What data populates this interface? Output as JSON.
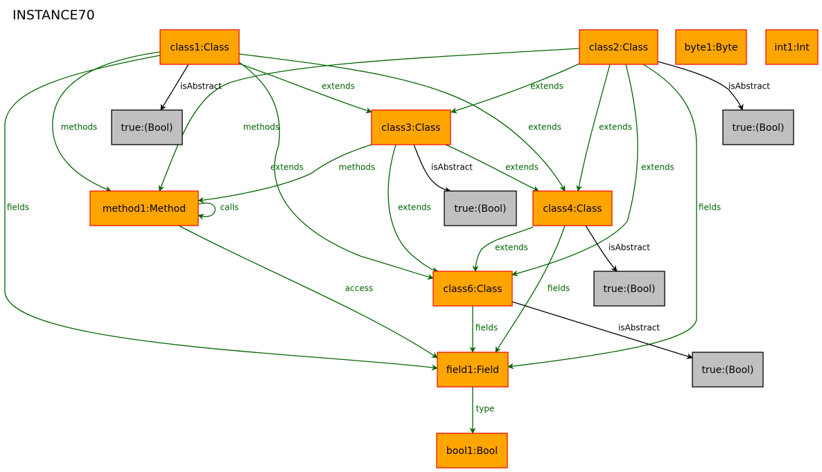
{
  "title": "INSTANCE70",
  "colors": {
    "object_fill": "#FFA500",
    "object_stroke": "#EE1100",
    "bool_fill": "#C0C0C0",
    "bool_stroke": "#000000",
    "green_edge": "#006400",
    "black_edge": "#000000"
  },
  "nodes": [
    {
      "id": "class1",
      "label": "class1:Class",
      "kind": "object"
    },
    {
      "id": "class2",
      "label": "class2:Class",
      "kind": "object"
    },
    {
      "id": "byte1",
      "label": "byte1:Byte",
      "kind": "object"
    },
    {
      "id": "int1",
      "label": "int1:Int",
      "kind": "object"
    },
    {
      "id": "true1",
      "label": "true:(Bool)",
      "kind": "bool"
    },
    {
      "id": "class3",
      "label": "class3:Class",
      "kind": "object"
    },
    {
      "id": "true2",
      "label": "true:(Bool)",
      "kind": "bool"
    },
    {
      "id": "method1",
      "label": "method1:Method",
      "kind": "object"
    },
    {
      "id": "true3",
      "label": "true:(Bool)",
      "kind": "bool"
    },
    {
      "id": "class4",
      "label": "class4:Class",
      "kind": "object"
    },
    {
      "id": "class6",
      "label": "class6:Class",
      "kind": "object"
    },
    {
      "id": "true4",
      "label": "true:(Bool)",
      "kind": "bool"
    },
    {
      "id": "field1",
      "label": "field1:Field",
      "kind": "object"
    },
    {
      "id": "true5",
      "label": "true:(Bool)",
      "kind": "bool"
    },
    {
      "id": "bool1",
      "label": "bool1:Bool",
      "kind": "object"
    }
  ],
  "edges": [
    {
      "id": "e1",
      "from": "class1",
      "to": "true1",
      "label": "isAbstract",
      "color": "black"
    },
    {
      "id": "e2",
      "from": "class1",
      "to": "class3",
      "label": "extends",
      "color": "green"
    },
    {
      "id": "e3",
      "from": "class1",
      "to": "class4",
      "label": "extends",
      "color": "green"
    },
    {
      "id": "e4",
      "from": "class1",
      "to": "method1",
      "label": "methods",
      "color": "green"
    },
    {
      "id": "e5",
      "from": "class1",
      "to": "field1",
      "label": "fields",
      "color": "green"
    },
    {
      "id": "e6",
      "from": "class1",
      "to": "class6",
      "label": "extends",
      "color": "green"
    },
    {
      "id": "e7",
      "from": "class2",
      "to": "class3",
      "label": "extends",
      "color": "green"
    },
    {
      "id": "e8",
      "from": "class2",
      "to": "true2",
      "label": "isAbstract",
      "color": "black"
    },
    {
      "id": "e9",
      "from": "class2",
      "to": "method1",
      "label": "methods",
      "color": "green"
    },
    {
      "id": "e10",
      "from": "class2",
      "to": "class4",
      "label": "extends",
      "color": "green"
    },
    {
      "id": "e11",
      "from": "class2",
      "to": "class6",
      "label": "extends",
      "color": "green"
    },
    {
      "id": "e12",
      "from": "class2",
      "to": "field1",
      "label": "fields",
      "color": "green"
    },
    {
      "id": "e13",
      "from": "class3",
      "to": "method1",
      "label": "methods",
      "color": "green"
    },
    {
      "id": "e14",
      "from": "class3",
      "to": "true3",
      "label": "isAbstract",
      "color": "black"
    },
    {
      "id": "e15",
      "from": "class3",
      "to": "class4",
      "label": "extends",
      "color": "green"
    },
    {
      "id": "e16",
      "from": "class3",
      "to": "class6",
      "label": "extends",
      "color": "green"
    },
    {
      "id": "e17",
      "from": "method1",
      "to": "method1",
      "label": "calls",
      "color": "green"
    },
    {
      "id": "e18",
      "from": "method1",
      "to": "field1",
      "label": "access",
      "color": "green"
    },
    {
      "id": "e19",
      "from": "class4",
      "to": "true4",
      "label": "isAbstract",
      "color": "black"
    },
    {
      "id": "e20",
      "from": "class4",
      "to": "class6",
      "label": "extends",
      "color": "green"
    },
    {
      "id": "e21",
      "from": "class4",
      "to": "field1",
      "label": "fields",
      "color": "green"
    },
    {
      "id": "e22",
      "from": "class6",
      "to": "field1",
      "label": "fields",
      "color": "green"
    },
    {
      "id": "e23",
      "from": "class6",
      "to": "true5",
      "label": "isAbstract",
      "color": "black"
    },
    {
      "id": "e24",
      "from": "field1",
      "to": "bool1",
      "label": "type",
      "color": "green"
    }
  ]
}
